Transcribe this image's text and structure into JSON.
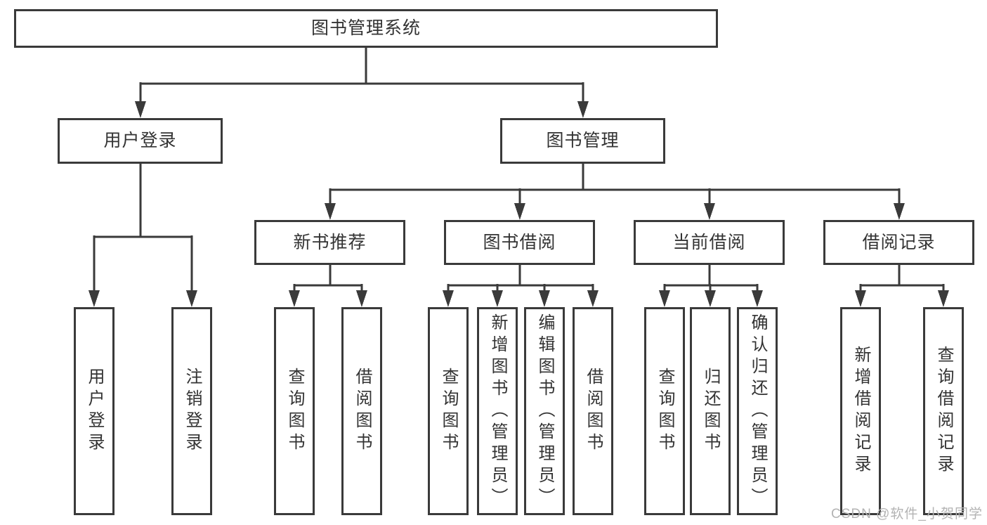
{
  "diagram_title": "图书管理系统",
  "nodes": {
    "root": {
      "label": "图书管理系统"
    },
    "userLogin": {
      "label": "用户登录"
    },
    "bookManagement": {
      "label": "图书管理"
    },
    "newBookRecommend": {
      "label": "新书推荐"
    },
    "bookBorrow": {
      "label": "图书借阅"
    },
    "currentBorrow": {
      "label": "当前借阅"
    },
    "borrowRecords": {
      "label": "借阅记录"
    },
    "userLoginLeaf": {
      "label": "用户登录"
    },
    "logoutLeaf": {
      "label": "注销登录"
    },
    "nbQueryBooks": {
      "label": "查询图书"
    },
    "nbBorrowBooks": {
      "label": "借阅图书"
    },
    "bbQueryBooks": {
      "label": "查询图书"
    },
    "bbAddBooks": {
      "label": "新增图书（管理员）"
    },
    "bbEditBooks": {
      "label": "编辑图书（管理员）"
    },
    "bbBorrowBooks": {
      "label": "借阅图书"
    },
    "cbQueryBooks": {
      "label": "查询图书"
    },
    "cbReturnBooks": {
      "label": "归还图书"
    },
    "cbConfirmReturn": {
      "label": "确认归还（管理员）"
    },
    "brAddRecord": {
      "label": "新增借阅记录"
    },
    "brQueryRecord": {
      "label": "查询借阅记录"
    }
  },
  "watermark": {
    "text": "CSDN @软件_小贺同学"
  },
  "colors": {
    "line": "#3a3a3a",
    "border": "#3a3a3a",
    "text": "#333333",
    "watermark": "#b3b3b3",
    "background": "#ffffff"
  }
}
